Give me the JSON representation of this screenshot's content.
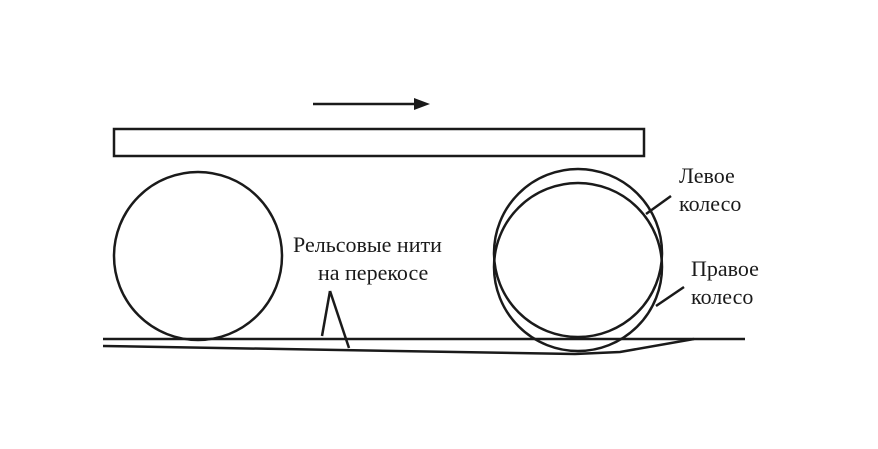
{
  "labels": {
    "rails_line1": "Рельсовые нити",
    "rails_line2": "на перекосе",
    "left_wheel_line1": "Левое",
    "left_wheel_line2": "колесо",
    "right_wheel_line1": "Правое",
    "right_wheel_line2": "колесо"
  },
  "colors": {
    "ink": "#1a1a1a",
    "background": "#ffffff"
  }
}
